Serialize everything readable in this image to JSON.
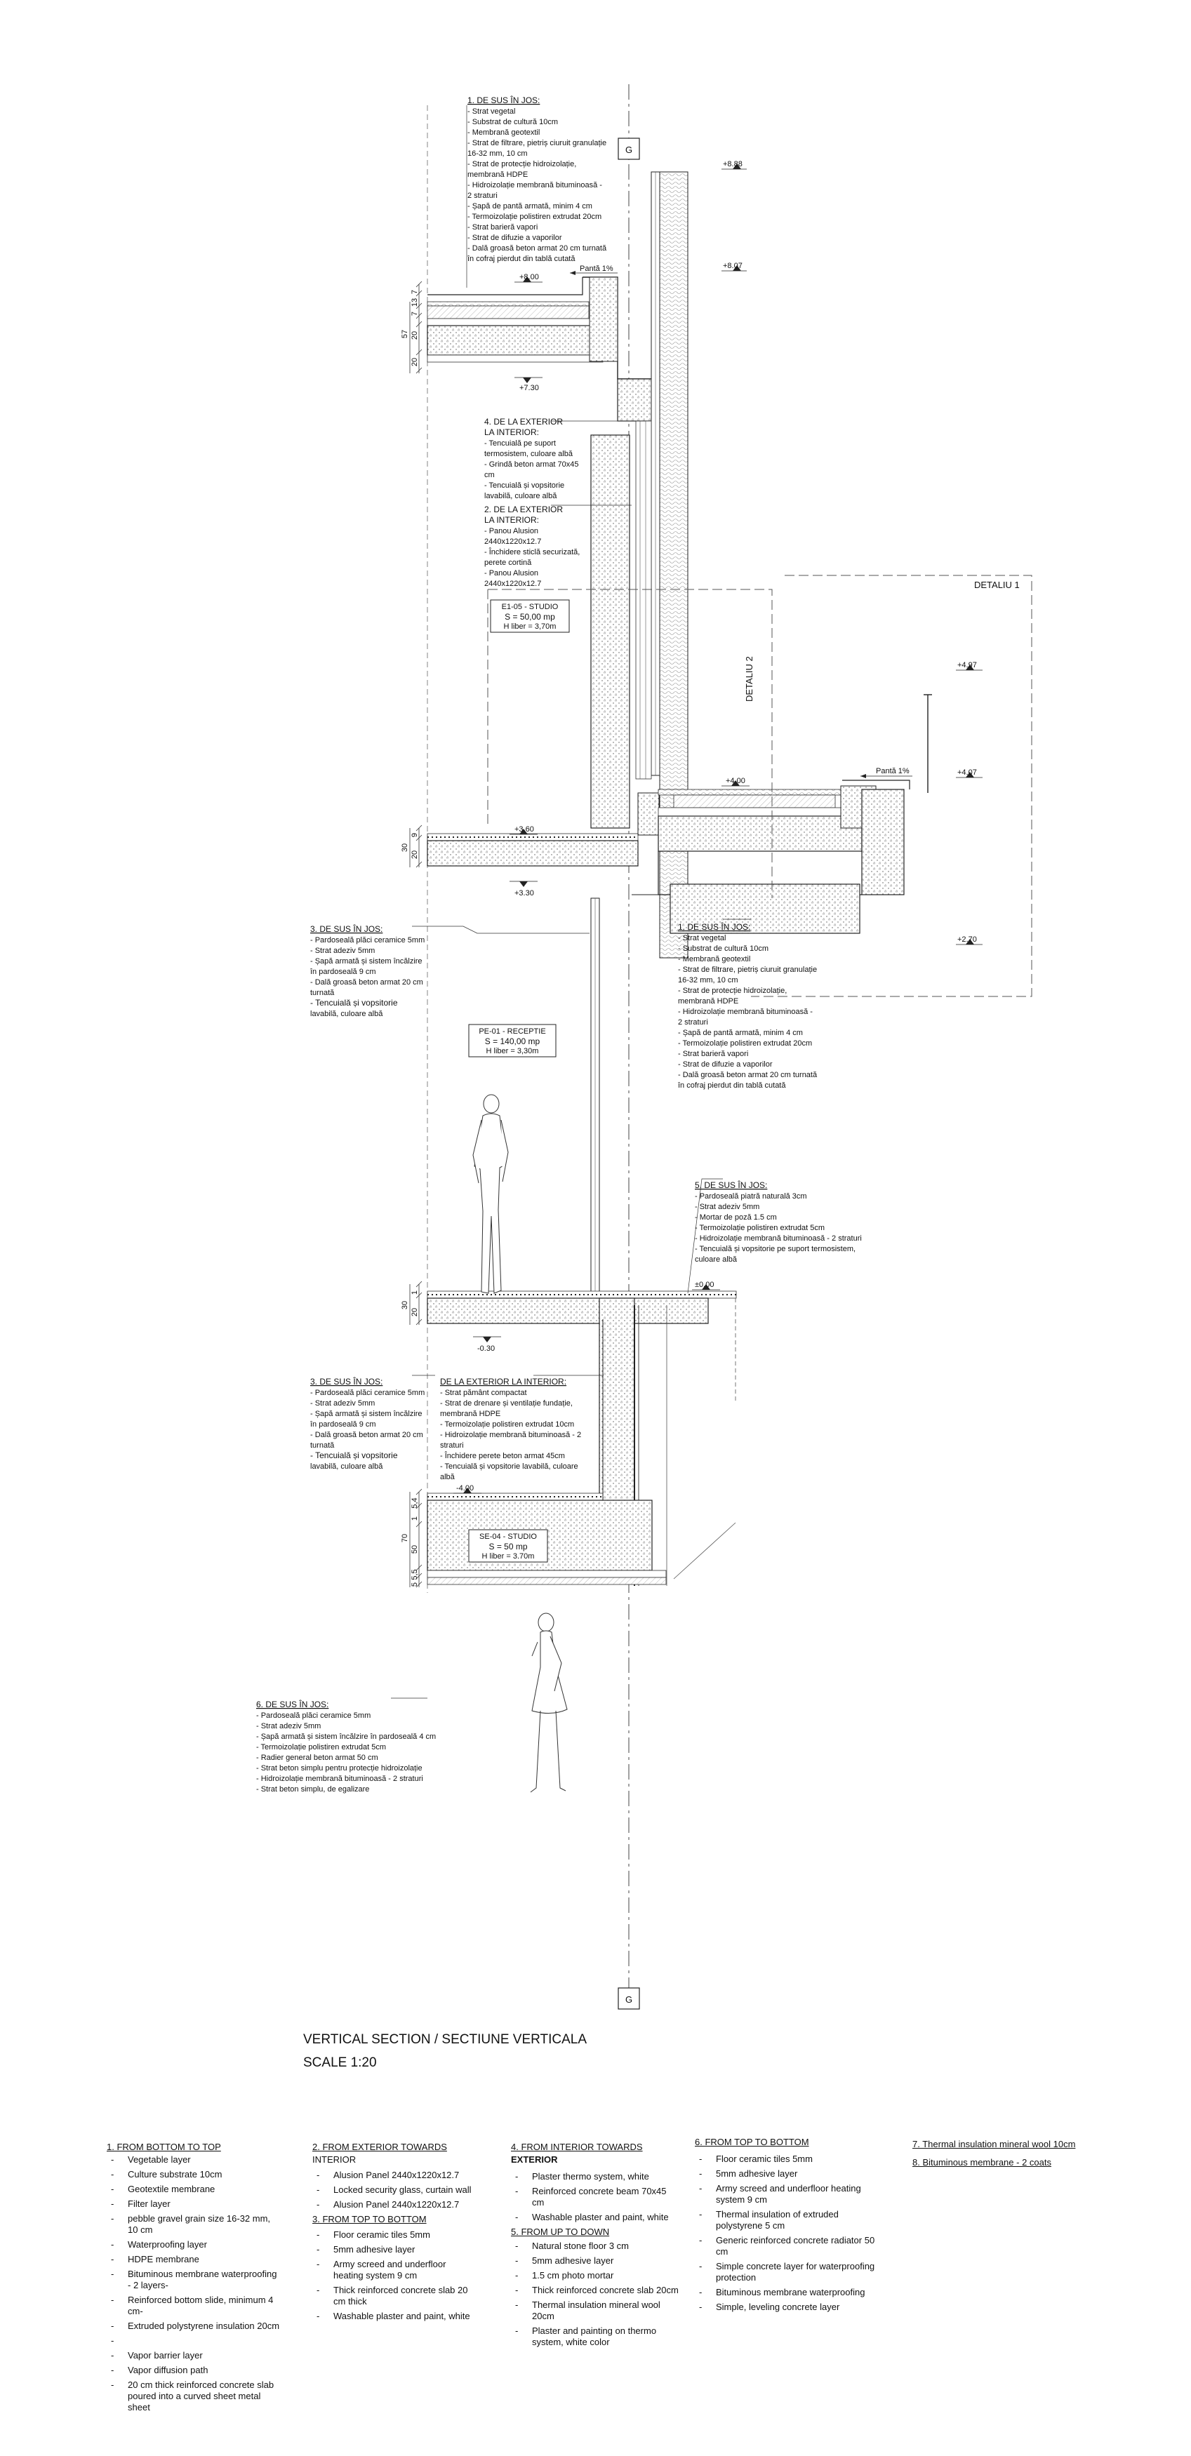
{
  "section_title": "VERTICAL SECTION / SECTIUNE VERTICALA",
  "scale": "SCALE 1:20",
  "grid_label": "G",
  "detail_labels": {
    "detail1": "DETALIU 1",
    "detail2": "DETALIU 2"
  },
  "slope_label": "Pantă 1%",
  "levels": [
    "+8.88",
    "+8.07",
    "+8.00",
    "+7.30",
    "+4.97",
    "+4.07",
    "+4.00",
    "+3.60",
    "+3.30",
    "+2.70",
    "±0.00",
    "-0.30",
    "-4.00"
  ],
  "dims": {
    "roof": [
      "7",
      "13",
      "7",
      "20",
      "57",
      "20"
    ],
    "slab1": [
      "30",
      "9",
      "20"
    ],
    "slab2": [
      "30",
      "1",
      "20"
    ],
    "base": [
      "5,4",
      "1",
      "70",
      "50",
      "5,5",
      "5"
    ]
  },
  "rooms": [
    {
      "name": "E1-05 - STUDIO",
      "area": "S = 50,00 mp",
      "height": "H liber = 3,70m"
    },
    {
      "name": "PE-01 - RECEPTIE",
      "area": "S = 140,00 mp",
      "height": "H liber = 3,30m"
    },
    {
      "name": "SE-04 - STUDIO",
      "area": "S = 50 mp",
      "height": "H liber = 3.70m"
    }
  ],
  "notes": {
    "n1_top": {
      "title": "1.      DE SUS ÎN JOS:",
      "lines": [
        "- Strat vegetal",
        "- Substrat de cultură 10cm",
        "- Membrană geotextil",
        "- Strat de filtrare, pietriș ciuruit granulație",
        "16-32 mm, 10 cm",
        "- Strat de protecție hidroizolație,",
        "membrană HDPE",
        "- Hidroizolație membrană bituminoasă -",
        "2 straturi",
        "- Șapă de pantă armată, minim 4 cm",
        "- Termoizolație polistiren extrudat 20cm",
        "- Strat barieră vapori",
        "- Strat de difuzie a vaporilor",
        "- Dală groasă beton armat 20 cm turnată",
        "în cofraj pierdut din tablă cutată"
      ]
    },
    "n4": {
      "title": "4. DE LA EXTERIOR",
      "lines": [
        "LA INTERIOR:",
        "- Tencuială pe suport",
        "termosistem, culoare albă",
        "- Grindă beton armat 70x45",
        "cm",
        "- Tencuială și vopsitorie",
        "lavabilă, culoare albă"
      ]
    },
    "n2": {
      "title": "2. DE LA EXTERIOR",
      "lines": [
        "LA INTERIOR:",
        "- Panou Alusion",
        "2440x1220x12.7",
        "- Închidere sticlă securizată,",
        "perete cortină",
        "- Panou Alusion",
        "2440x1220x12.7"
      ]
    },
    "n3_upper": {
      "title": "3.   DE SUS ÎN JOS:",
      "lines": [
        "- Pardoseală plăci ceramice 5mm",
        "- Strat adeziv 5mm",
        "- Șapă armată și sistem încălzire",
        "în pardoseală 9 cm",
        "- Dală groasă beton armat 20 cm",
        "turnată",
        "- Tencuială și vopsitorie",
        "lavabilă, culoare albă"
      ]
    },
    "n1_mid": {
      "title": "1.      DE SUS ÎN JOS:",
      "lines": [
        "- Strat vegetal",
        "- Substrat de cultură 10cm",
        "- Membrană geotextil",
        "- Strat de filtrare, pietriș ciuruit granulație",
        "16-32 mm, 10 cm",
        "- Strat de protecție hidroizolație,",
        "membrană HDPE",
        "- Hidroizolație membrană bituminoasă -",
        "2 straturi",
        "- Șapă de pantă armată, minim 4 cm",
        "- Termoizolație polistiren extrudat 20cm",
        "- Strat barieră vapori",
        "- Strat de difuzie a vaporilor",
        "- Dală groasă beton armat 20 cm turnată",
        "în cofraj pierdut din tablă cutată"
      ]
    },
    "n5": {
      "title": "5.  DE SUS ÎN JOS:",
      "lines": [
        "- Pardoseală piatră naturală 3cm",
        "- Strat adeziv 5mm",
        "- Mortar de poză 1.5 cm",
        "- Termoizolație polistiren extrudat 5cm",
        "- Hidroizolație membrană bituminoasă - 2 straturi",
        "- Tencuială și vopsitorie pe suport termosistem,",
        "culoare albă"
      ]
    },
    "n3_lower": {
      "title": "3.   DE SUS ÎN JOS:",
      "lines": [
        "- Pardoseală plăci ceramice 5mm",
        "- Strat adeziv 5mm",
        "- Șapă armată și sistem încălzire",
        "în pardoseală 9 cm",
        "- Dală groasă beton armat 20 cm",
        "turnată",
        "- Tencuială și vopsitorie",
        "lavabilă, culoare albă"
      ]
    },
    "n_ext_int": {
      "title": "DE LA EXTERIOR LA INTERIOR:",
      "lines": [
        "- Strat pământ compactat",
        "- Strat de drenare și ventilație fundație,",
        "membrană HDPE",
        "- Termoizolație polistiren extrudat 10cm",
        "- Hidroizolație membrană bituminoasă - 2",
        "straturi",
        "- Închidere perete beton armat 45cm",
        "- Tencuială și vopsitorie lavabilă, culoare",
        "albă"
      ]
    },
    "n6": {
      "title": "6. DE SUS ÎN JOS:",
      "lines": [
        "- Pardoseală plăci ceramice 5mm",
        "- Strat adeziv 5mm",
        "- Șapă armată și sistem încălzire în pardoseală 4 cm",
        "- Termoizolație polistiren extrudat 5cm",
        "- Radier general beton armat 50 cm",
        "- Strat beton simplu pentru protecție hidroizolație",
        "- Hidroizolație membrană bituminoasă - 2 straturi",
        "- Strat beton simplu, de egalizare"
      ]
    }
  },
  "legend": {
    "col1": {
      "title": "1.     FROM BOTTOM TO TOP",
      "items": [
        "Vegetable layer",
        "Culture substrate 10cm",
        "Geotextile membrane",
        "Filter layer",
        "pebble gravel grain size 16-32 mm, 10 cm",
        "Waterproofing layer",
        "HDPE membrane",
        "Bituminous membrane waterproofing - 2 layers-",
        "Reinforced bottom slide, minimum 4 cm-",
        "Extruded polystyrene insulation 20cm",
        "",
        "Vapor barrier layer",
        "Vapor diffusion path",
        "20 cm thick reinforced concrete slab poured into a curved sheet metal sheet"
      ]
    },
    "col2a": {
      "title": "2.   FROM EXTERIOR TOWARDS",
      "title2": "INTERIOR",
      "items": [
        "Alusion Panel 2440x1220x12.7",
        "Locked security glass, curtain wall",
        "Alusion Panel 2440x1220x12.7"
      ]
    },
    "col2b": {
      "title": "3.   FROM TOP TO BOTTOM",
      "items": [
        "Floor ceramic tiles 5mm",
        "5mm adhesive layer",
        "Army screed and underfloor heating system 9 cm",
        "Thick reinforced concrete slab 20 cm thick",
        "Washable plaster and paint, white"
      ]
    },
    "col3a": {
      "title": "4.   FROM INTERIOR TOWARDS",
      "title2": "EXTERIOR",
      "items": [
        "Plaster thermo system, white",
        "Reinforced concrete beam 70x45 cm",
        "Washable plaster and paint, white"
      ]
    },
    "col3b": {
      "title": "5.   FROM UP TO DOWN",
      "items": [
        "Natural stone floor 3 cm",
        "5mm adhesive layer",
        "1.5 cm photo mortar",
        "Thick reinforced concrete slab 20cm",
        "Thermal insulation mineral wool 20cm",
        "Plaster and painting on thermo system, white color"
      ]
    },
    "col4": {
      "title": "6.   FROM TOP TO BOTTOM",
      "items": [
        "Floor ceramic tiles 5mm",
        "5mm adhesive layer",
        "Army screed and underfloor heating system 9 cm",
        "Thermal insulation of extruded polystyrene 5 cm",
        "Generic reinforced concrete radiator 50 cm",
        "Simple concrete layer for waterproofing protection",
        "Bituminous membrane waterproofing",
        "Simple, leveling concrete layer"
      ]
    },
    "col5": {
      "item7": "7. Thermal insulation mineral wool 10cm",
      "item8": "8. Bituminous membrane - 2 coats"
    }
  }
}
